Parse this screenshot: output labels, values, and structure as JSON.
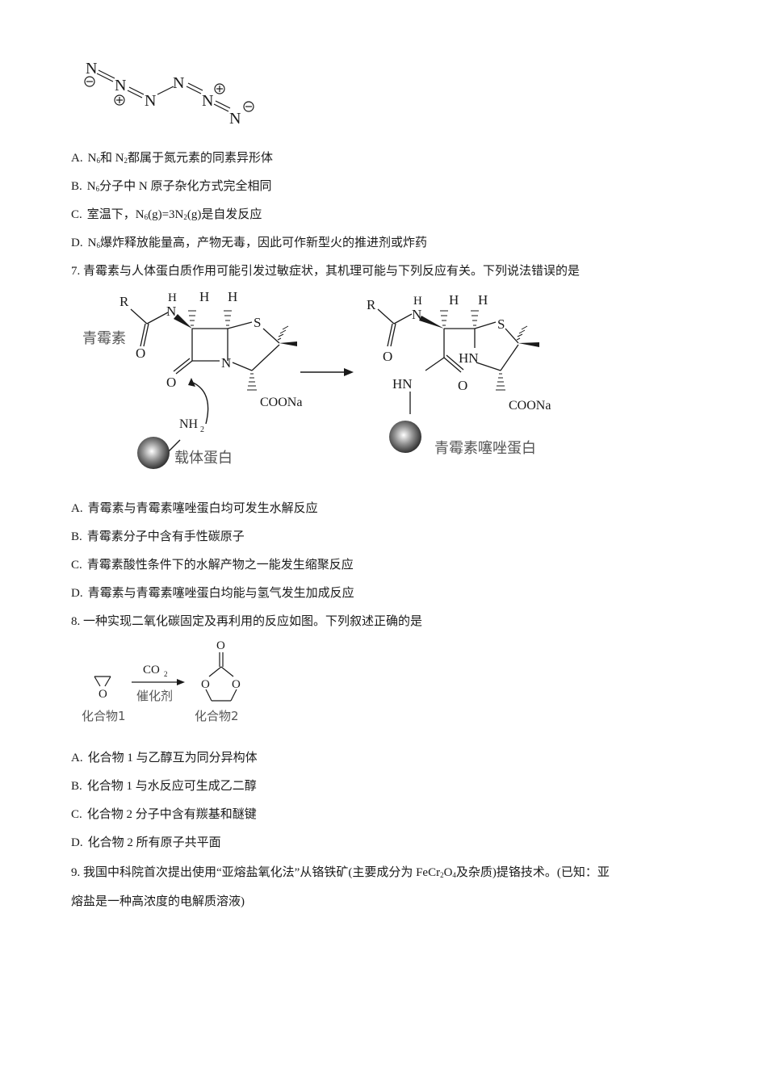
{
  "top_structure": {
    "atoms": [
      "N",
      "N",
      "N",
      "N",
      "N",
      "N"
    ],
    "charges": [
      "⊖",
      "⊕",
      "⊕",
      "⊖"
    ]
  },
  "q6_options": [
    {
      "label": "A.",
      "parts": [
        "N",
        "6",
        "和 N",
        "2",
        "都属于氮元素的同素异形体"
      ]
    },
    {
      "label": "B.",
      "parts": [
        "N",
        "6",
        "分子中 N 原子杂化方式完全相同"
      ]
    },
    {
      "label": "C.",
      "parts": [
        "室温下，N",
        "6",
        "(g)=3N",
        "2",
        "(g)是自发反应"
      ]
    },
    {
      "label": "D.",
      "parts": [
        "N",
        "6",
        "爆炸释放能量高，产物无毒，因此可作新型火的推进剂或炸药"
      ]
    }
  ],
  "q7": {
    "stem": "7. 青霉素与人体蛋白质作用可能引发过敏症状，其机理可能与下列反应有关。下列说法错误的是",
    "figure": {
      "left_name": "青霉素",
      "carrier_label": "载体蛋白",
      "product_label": "青霉素噻唑蛋白",
      "R": "R",
      "H": "H",
      "N": "N",
      "O": "O",
      "S": "S",
      "HN": "HN",
      "NH2": "NH",
      "NH2_sub": "2",
      "COONa": "COONa"
    },
    "options": [
      {
        "label": "A.",
        "text": "青霉素与青霉素噻唑蛋白均可发生水解反应"
      },
      {
        "label": "B.",
        "text": "青霉素分子中含有手性碳原子"
      },
      {
        "label": "C.",
        "text": "青霉素酸性条件下的水解产物之一能发生缩聚反应"
      },
      {
        "label": "D.",
        "text": "青霉素与青霉素噻唑蛋白均能与氢气发生加成反应"
      }
    ]
  },
  "q8": {
    "stem": "8. 一种实现二氧化碳固定及再利用的反应如图。下列叙述正确的是",
    "figure": {
      "reagent": "CO",
      "reagent_sub": "2",
      "catalyst": "催化剂",
      "compound1": "化合物1",
      "compound2": "化合物2",
      "O": "O"
    },
    "options": [
      {
        "label": "A.",
        "text": "化合物 1 与乙醇互为同分异构体"
      },
      {
        "label": "B.",
        "text": "化合物 1 与水反应可生成乙二醇"
      },
      {
        "label": "C.",
        "text": "化合物 2 分子中含有羰基和醚键"
      },
      {
        "label": "D.",
        "text": "化合物 2 所有原子共平面"
      }
    ]
  },
  "q9": {
    "line1_parts": [
      "9. 我国中科院首次提出使用“亚熔盐氧化法”从铬铁矿(主要成分为 FeCr",
      "2",
      "O",
      "4",
      "及杂质)提铬技术。(已知：亚"
    ],
    "line2": "熔盐是一种高浓度的电解质溶液)"
  }
}
